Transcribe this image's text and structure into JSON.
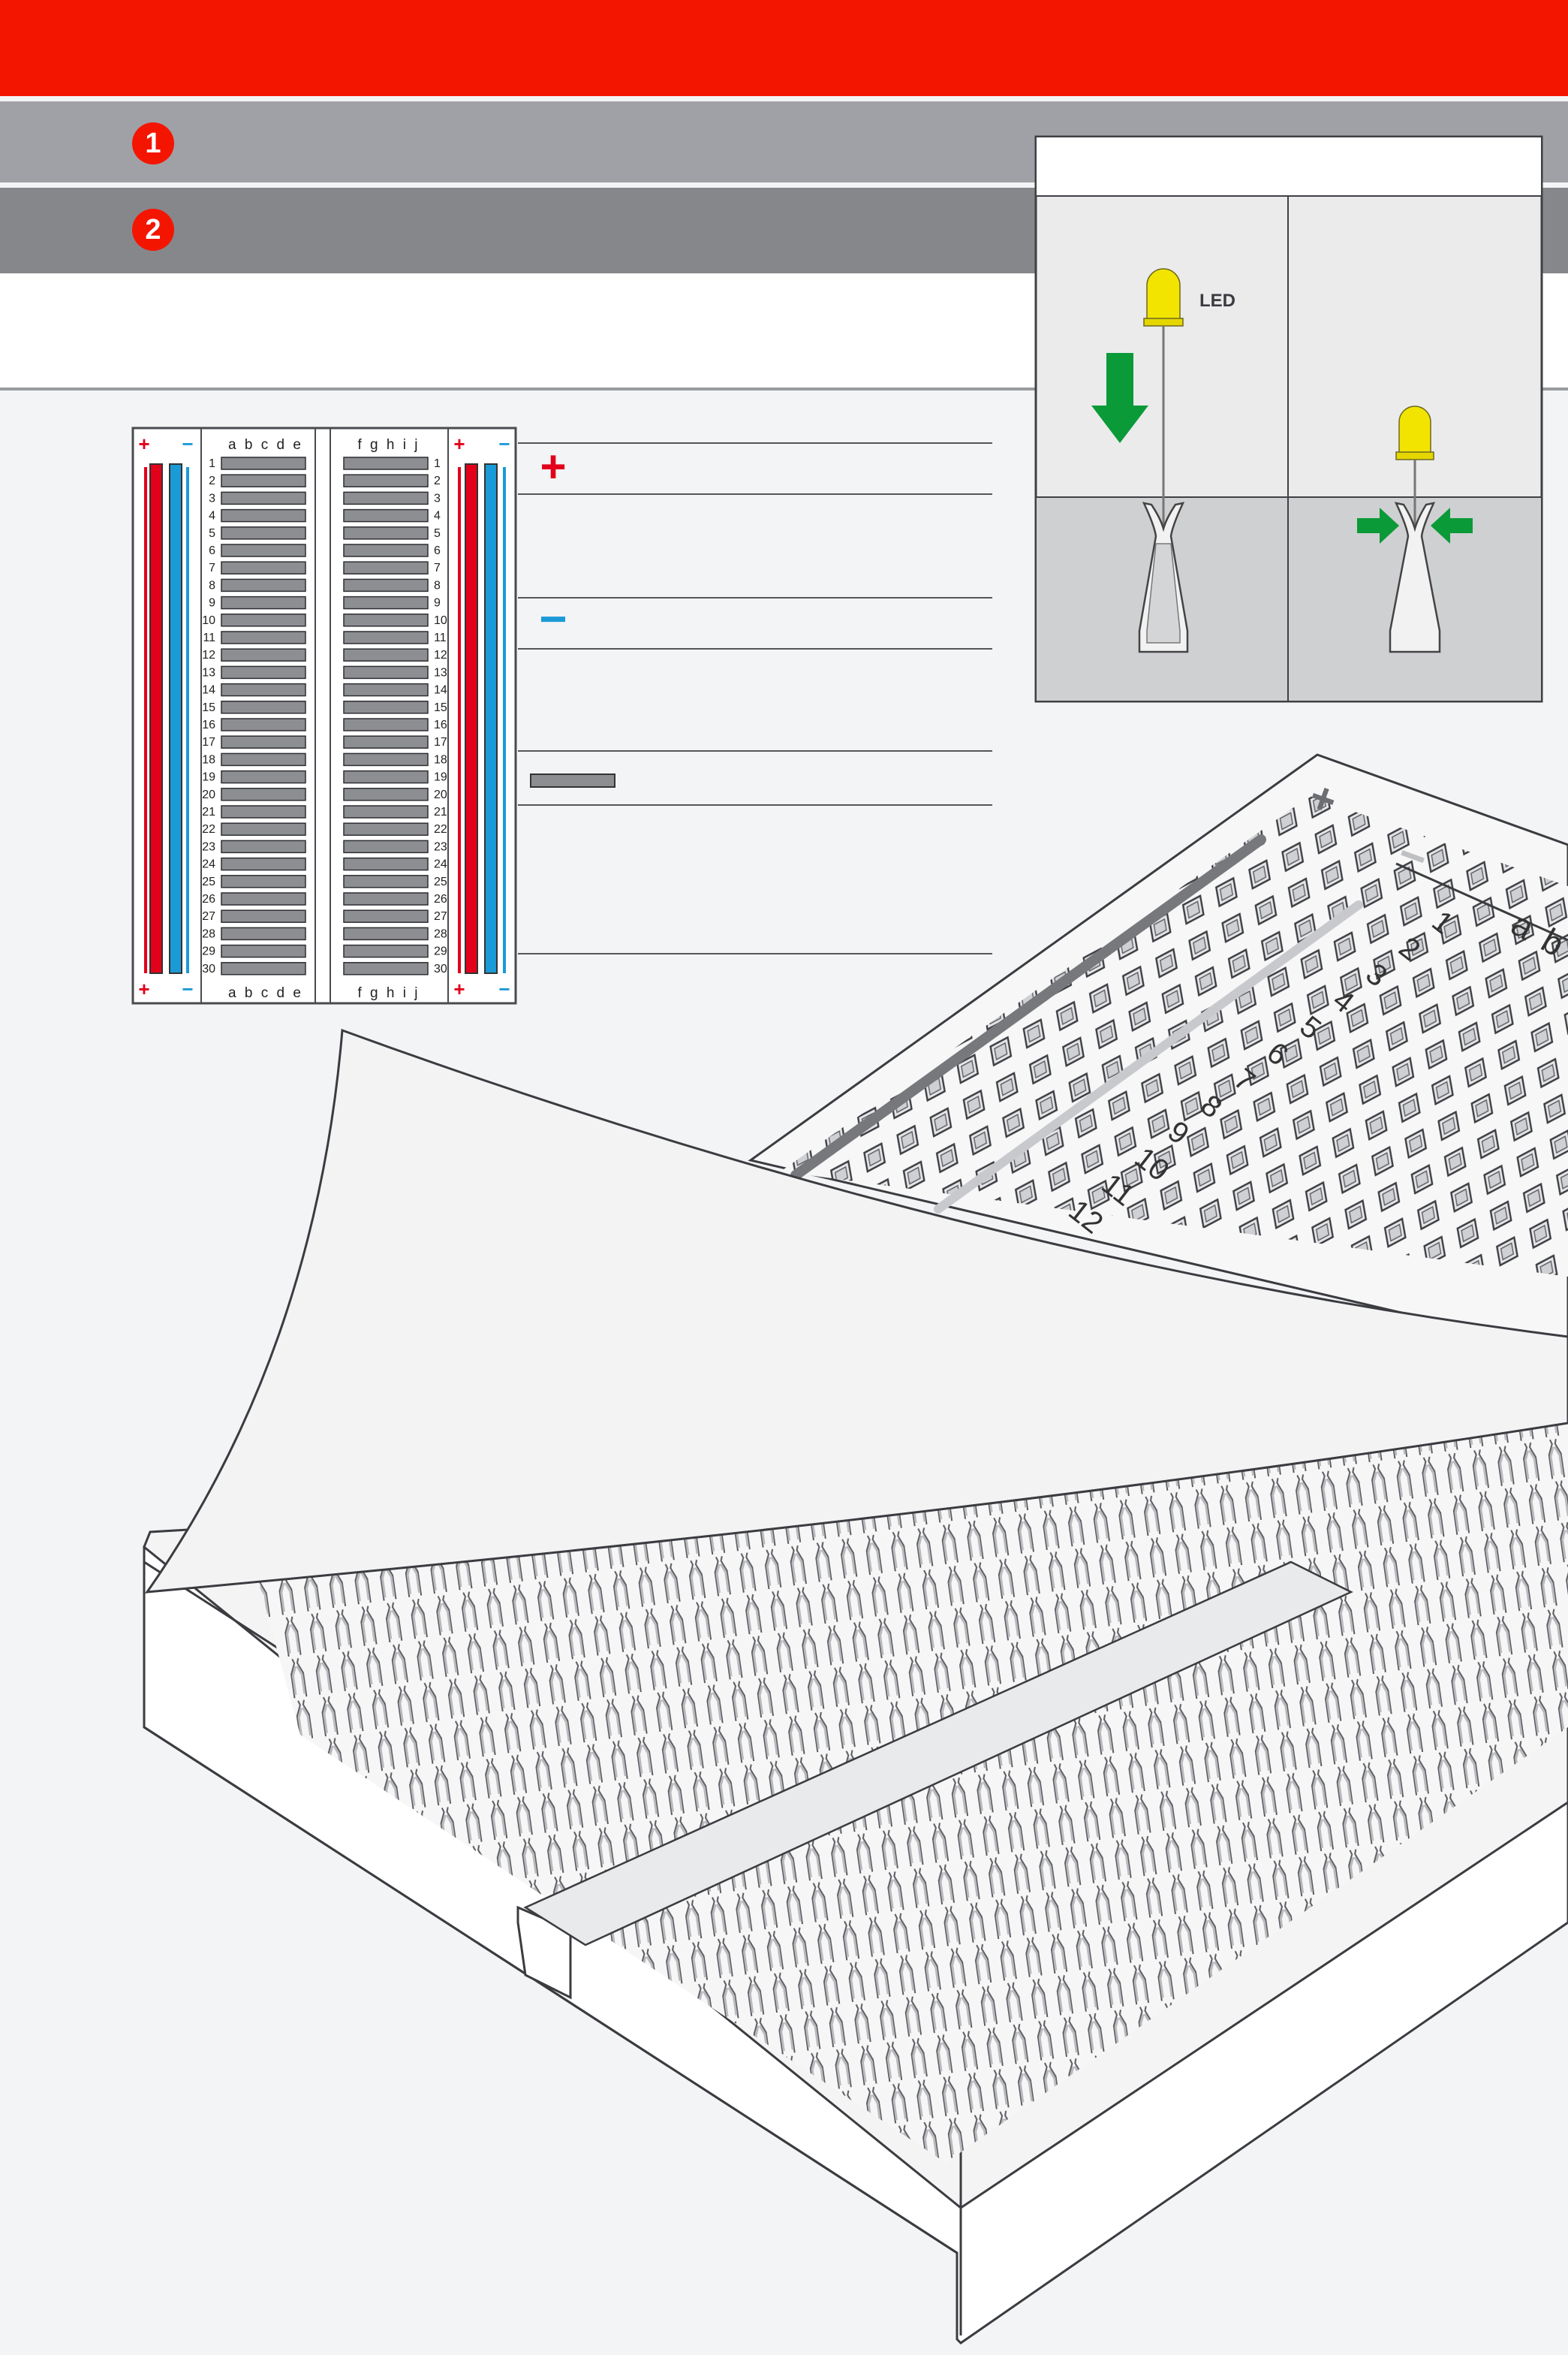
{
  "header": {
    "step1_number": "1",
    "step2_number": "2"
  },
  "breadboard_map": {
    "top_plus": "+",
    "top_minus": "−",
    "bottom_plus": "+",
    "bottom_minus": "−",
    "left_columns": "a b c d e",
    "right_columns": "f g h i j",
    "row_count": 30
  },
  "legend": {
    "plus_symbol": "+",
    "minus_symbol": "−"
  },
  "inset": {
    "led_label": "LED"
  },
  "board3d": {
    "plus_mark": "+",
    "minus_mark": "−",
    "row_numbers": [
      "1",
      "2",
      "3",
      "4",
      "5",
      "6",
      "7",
      "8",
      "9",
      "10",
      "11",
      "12"
    ],
    "column_letters": [
      "a",
      "b"
    ]
  },
  "colors": {
    "accent_red": "#f41500",
    "rail_red": "#e3001b",
    "rail_blue": "#1a9ad6",
    "arrow_green": "#0a9a37",
    "led_yellow": "#f3e400",
    "strip_gray": "#8d8e92"
  }
}
